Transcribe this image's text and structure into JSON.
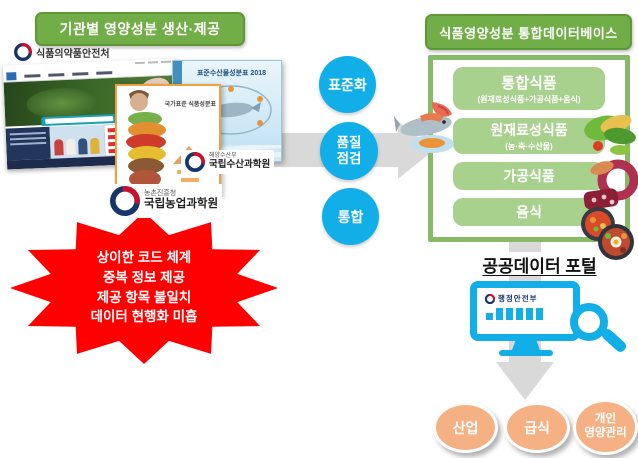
{
  "colors": {
    "green": "#71AE47",
    "green_light": "#A9D18E",
    "green_border": "#87BA66",
    "blue": "#12AEE8",
    "red": "#FF0000",
    "arrow_gray": "#D9D9D9",
    "peach": "#F5B183",
    "navy": "#22365C",
    "text_dark": "#222222"
  },
  "left_panel": {
    "title": "기관별 영양성분 생산·제공",
    "mfds_name": "식품의약품안전처",
    "poster_title": "국가표준 식품성분표",
    "fish_book_title": "표준수산물성분표 2018",
    "nifs_ministry": "해양수산부",
    "nifs_name": "국립수산과학원",
    "naas_ministry": "농촌진흥청",
    "naas_name": "국립농업과학원",
    "problems": [
      "상이한 코드 체계",
      "중복 정보 제공",
      "제공 항목 불일치",
      "데이터 현행화 미흡"
    ]
  },
  "process": {
    "steps": [
      {
        "label": "표준화"
      },
      {
        "label": "품질\n점검"
      },
      {
        "label": "통합"
      }
    ]
  },
  "right_panel": {
    "title": "식품영양성분 통합데이터베이스",
    "db_items": [
      {
        "label": "통합식품",
        "sublabel": "(원재료성식품+가공식품+음식)"
      },
      {
        "label": "원재료성식품",
        "sublabel": "(농·축·수산물)"
      },
      {
        "label": "가공식품",
        "sublabel": ""
      },
      {
        "label": "음식",
        "sublabel": ""
      }
    ],
    "portal_title": "공공데이터 포털",
    "monitor_label": "행정안전부",
    "outcomes": [
      {
        "label": "산업"
      },
      {
        "label": "급식"
      },
      {
        "label": "개인\n영양관리"
      }
    ]
  }
}
